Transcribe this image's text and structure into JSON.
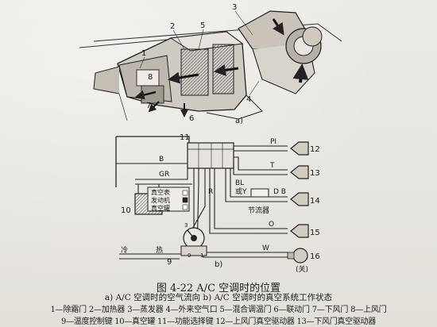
{
  "figure": {
    "caption": "图 4-22    A/C 空调时的位置",
    "subcaption": "a) A/C 空调时的空气流向    b) A/C 空调时的真空系统工作状态",
    "legend_line1": "1—除霜门  2—加热器  3—蒸发器  4—外来空气口  5—混合调温门  6—联动门  7—下风门  8—上风门",
    "legend_line2": "9—温度控制键  10—真空罐  11—功能选择键  12—上风门真空驱动器  13—下风门真空驱动器"
  },
  "diagram_a": {
    "label": "a)",
    "callouts": [
      "1",
      "2",
      "3",
      "4",
      "5",
      "6",
      "7",
      "8"
    ]
  },
  "diagram_b": {
    "label": "b)",
    "callouts": [
      "9",
      "10",
      "11",
      "12",
      "13",
      "14",
      "15",
      "16"
    ],
    "hose_labels": {
      "B": "B",
      "GR": "GR",
      "R": "R",
      "PI": "PI",
      "T": "T",
      "BL": "BL",
      "Y": "或Y",
      "DB": "D B",
      "O": "O",
      "W": "W"
    },
    "panel_text": [
      "真空表",
      "发动机",
      "真空罐"
    ],
    "restrictor_label": "节流器",
    "cold_label": "冷",
    "hot_label": "热",
    "dial_ticks": [
      "3",
      "0",
      "1"
    ],
    "tank_label": "10",
    "open_label": "(关)"
  }
}
